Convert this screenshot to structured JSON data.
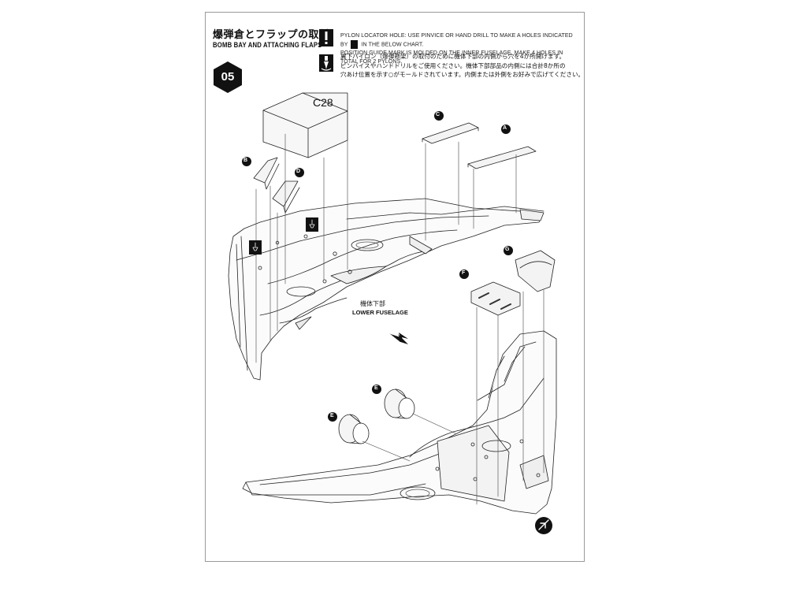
{
  "header": {
    "title_jp": "爆弾倉とフラップの取付",
    "title_en": "BOMB BAY AND ATTACHING FLAPS",
    "step_number": "05"
  },
  "notes": {
    "note_en_1": "PYLON LOCATOR HOLE: USE PINVICE OR HAND DRILL TO MAKE A HOLES INDICATED BY",
    "note_en_1_tail": "IN THE BELOW CHART.",
    "note_en_2": "POSITION GUIDE MARK IS MOLDED ON THE INNER FUSELAGE. MAKE 4 HOLES IN TOTAL FOR 2 PYLONS.",
    "note_jp_1": "翼下パイロン（爆弾懸架）の取付のために機体下部の内側から穴を4か所開けます。",
    "note_jp_2": "ピンバイスやハンドドリルをご使用ください。機体下部部品の内側には合計8か所の",
    "note_jp_3": "穴あけ位置を示す○がモールドされています。内側または外側をお好みで広げてください。"
  },
  "icons": {
    "warning": "exclamation-icon",
    "drill": "drill-icon",
    "arrow": "direction-arrow-icon",
    "next": "next-step-icon"
  },
  "parts": {
    "c28": "C28",
    "a": "A",
    "b": "B",
    "c": "C",
    "d": "D",
    "e1": "E",
    "e2": "E",
    "f": "F",
    "g": "G"
  },
  "labels": {
    "lower_fuselage_jp": "機体下部",
    "lower_fuselage_en": "LOWER FUSELAGE"
  }
}
